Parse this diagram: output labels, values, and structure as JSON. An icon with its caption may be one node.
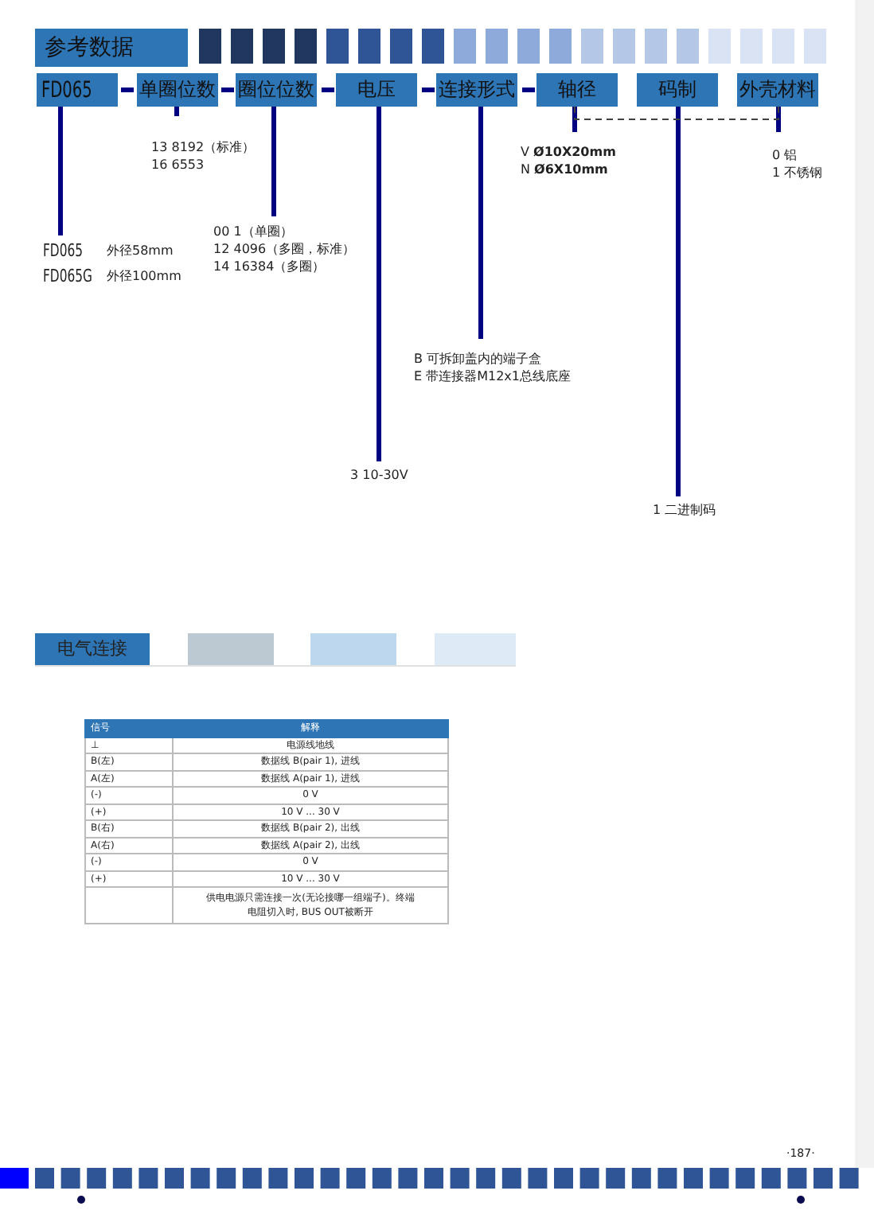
{
  "diagram": {
    "title": "参考数据",
    "nodes": [
      {
        "text": [
          "FD065"
        ]
      },
      {
        "text": [
          "单圈位数"
        ]
      },
      {
        "text": [
          "圈位位数"
        ]
      },
      {
        "text": [
          "电压"
        ]
      },
      {
        "text": [
          "连接形式"
        ]
      },
      {
        "text": [
          "轴径"
        ]
      },
      {
        "text": [
          "码制"
        ]
      },
      {
        "text": [
          "外壳材料"
        ]
      },
      {
        "text": [
          "FD065",
          "外径58mm",
          "FD065G",
          "外径100mm"
        ]
      },
      {
        "text": [
          "13 8192（标准）",
          "16 6553"
        ]
      },
      {
        "text": [
          "00 1（单圈）",
          "12 4096（多圈，标准）",
          "14 16384（多圈）"
        ]
      },
      {
        "text": [
          "3 10-30V"
        ]
      },
      {
        "text": [
          "B 可拆卸盖内的端子盒",
          "E 带连接器M12x1总线底座"
        ]
      },
      {
        "text": [
          "V **Ø10X20mm**",
          "N **Ø6X10mm**"
        ]
      },
      {
        "text": [
          "1 二进制码"
        ]
      },
      {
        "text": [
          "0 铝",
          "1 不锈钢"
        ]
      }
    ],
    "edges": [
      {
        "from": 0,
        "to": 8,
        "arrow": "none"
      },
      {
        "from": 1,
        "to": 9,
        "arrow": "none"
      },
      {
        "from": 2,
        "to": 10,
        "arrow": "none"
      },
      {
        "from": 3,
        "to": 11,
        "arrow": "none"
      },
      {
        "from": 4,
        "to": 12,
        "arrow": "none"
      },
      {
        "from": 5,
        "to": 13,
        "arrow": "none"
      },
      {
        "from": 6,
        "to": 14,
        "arrow": "none"
      },
      {
        "from": 7,
        "to": 15,
        "arrow": "none"
      },
      {
        "from": 5,
        "to": 7,
        "arrow": "none",
        "style": "dashed",
        "color": "#404040"
      }
    ],
    "labels": [
      "电气连接",
      "信号",
      "解释",
      "⊥",
      "电源线地线",
      "B(左)",
      "数据线 B(pair 1), 进线",
      "A(左)",
      "数据线 A(pair 1), 进线",
      "(-)",
      "0 V",
      "(+)",
      "10 V ... 30 V",
      "B(右)",
      "数据线 B(pair 2), 出线",
      "A(右)",
      "数据线 A(pair 2), 出线",
      "(-)",
      "0 V",
      "(+)",
      "10 V ... 30 V",
      "供电电源只需连接一次(无论接哪一组端子)。终端电阻切入时, BUS OUT被断开",
      "·187·"
    ]
  }
}
